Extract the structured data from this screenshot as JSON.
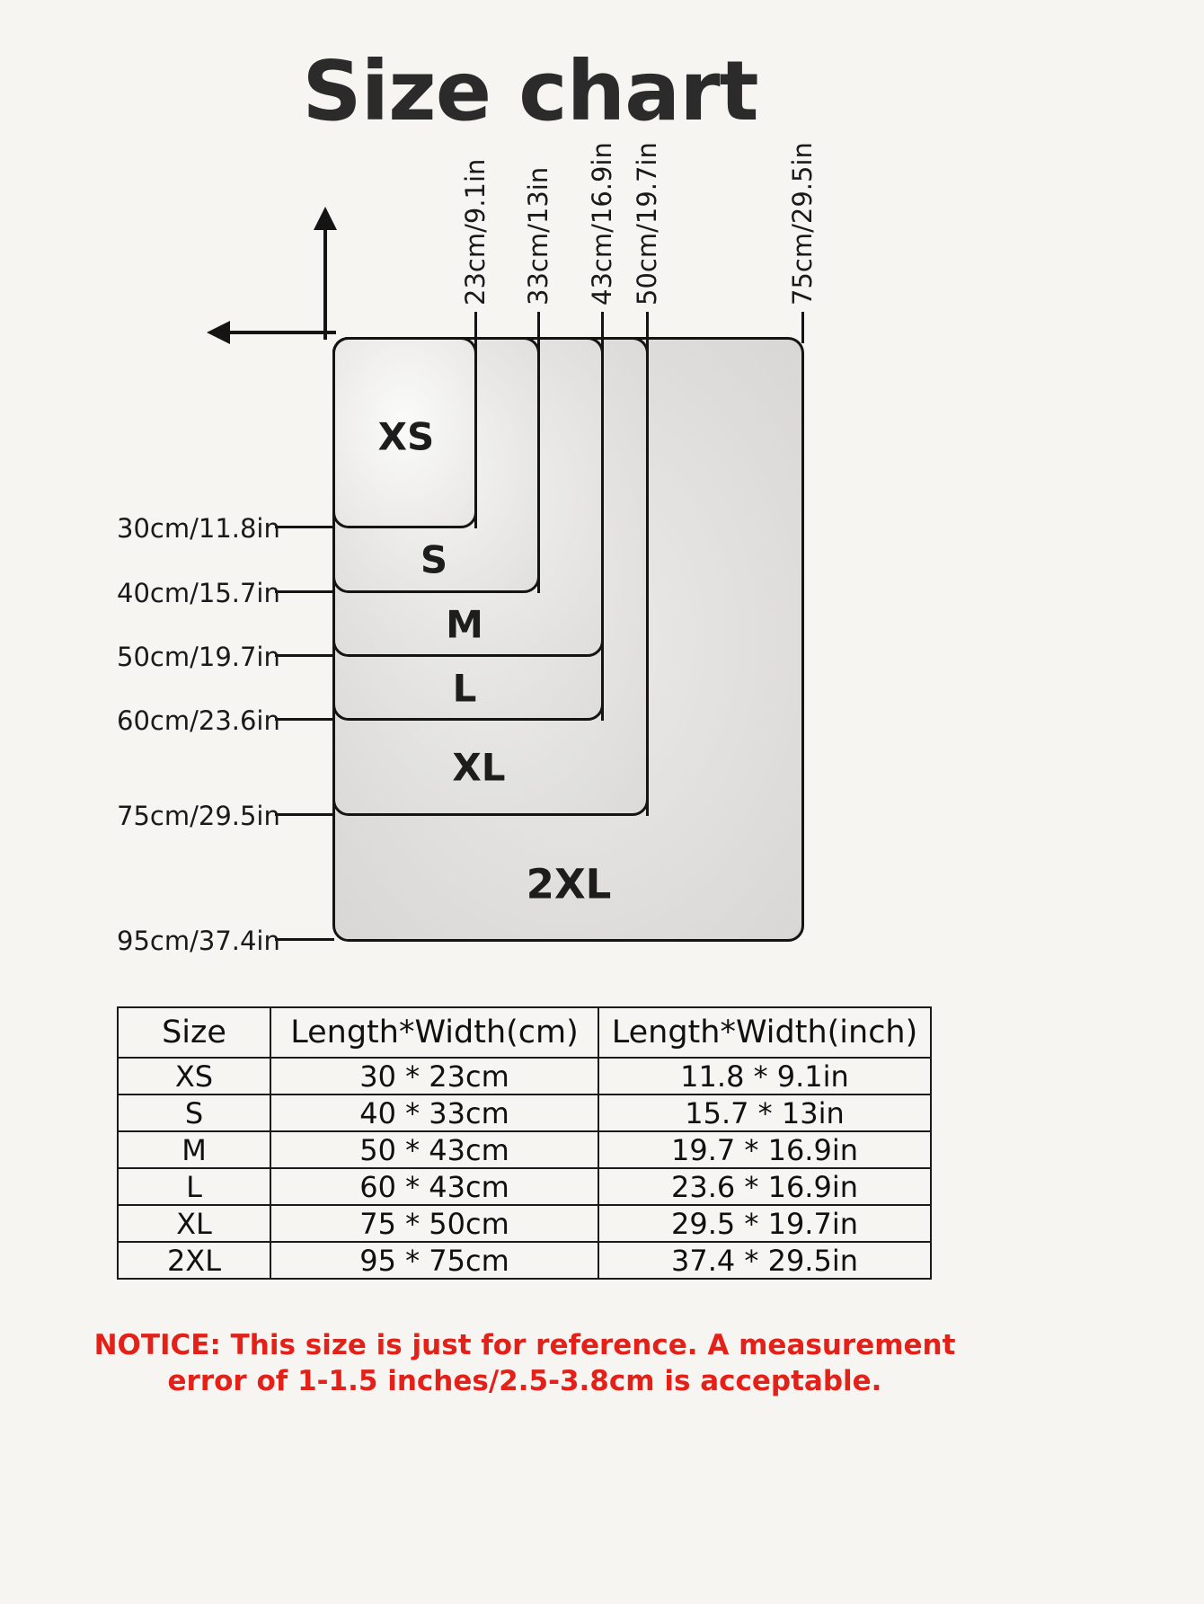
{
  "page": {
    "title": "Size chart",
    "background_color": "#f6f5f2",
    "line_color": "#141414",
    "notice_color": "#e32119"
  },
  "diagram": {
    "size_labels": [
      "XS",
      "S",
      "M",
      "L",
      "XL",
      "2XL"
    ],
    "width_labels": [
      "23cm/9.1in",
      "33cm/13in",
      "43cm/16.9in",
      "50cm/19.7in",
      "75cm/29.5in"
    ],
    "height_labels": [
      "30cm/11.8in",
      "40cm/15.7in",
      "50cm/19.7in",
      "60cm/23.6in",
      "75cm/29.5in",
      "95cm/37.4in"
    ]
  },
  "table": {
    "headers": [
      "Size",
      "Length*Width(cm)",
      "Length*Width(inch)"
    ],
    "rows": [
      [
        "XS",
        "30 * 23cm",
        "11.8 * 9.1in"
      ],
      [
        "S",
        "40 * 33cm",
        "15.7 * 13in"
      ],
      [
        "M",
        "50 * 43cm",
        "19.7 * 16.9in"
      ],
      [
        "L",
        "60 * 43cm",
        "23.6 * 16.9in"
      ],
      [
        "XL",
        "75 * 50cm",
        "29.5 * 19.7in"
      ],
      [
        "2XL",
        "95 * 75cm",
        "37.4 * 29.5in"
      ]
    ]
  },
  "notice": {
    "line1": "NOTICE: This size is just for reference. A measurement",
    "line2": "error of 1-1.5 inches/2.5-3.8cm is acceptable."
  },
  "chart_data": {
    "type": "table",
    "title": "Size chart",
    "columns": [
      "Size",
      "Length*Width(cm)",
      "Length*Width(inch)"
    ],
    "rows": [
      {
        "size": "XS",
        "length_cm": 30,
        "width_cm": 23,
        "length_in": 11.8,
        "width_in": 9.1
      },
      {
        "size": "S",
        "length_cm": 40,
        "width_cm": 33,
        "length_in": 15.7,
        "width_in": 13
      },
      {
        "size": "M",
        "length_cm": 50,
        "width_cm": 43,
        "length_in": 19.7,
        "width_in": 16.9
      },
      {
        "size": "L",
        "length_cm": 60,
        "width_cm": 43,
        "length_in": 23.6,
        "width_in": 16.9
      },
      {
        "size": "XL",
        "length_cm": 75,
        "width_cm": 50,
        "length_in": 29.5,
        "width_in": 19.7
      },
      {
        "size": "2XL",
        "length_cm": 95,
        "width_cm": 75,
        "length_in": 37.4,
        "width_in": 29.5
      }
    ]
  }
}
